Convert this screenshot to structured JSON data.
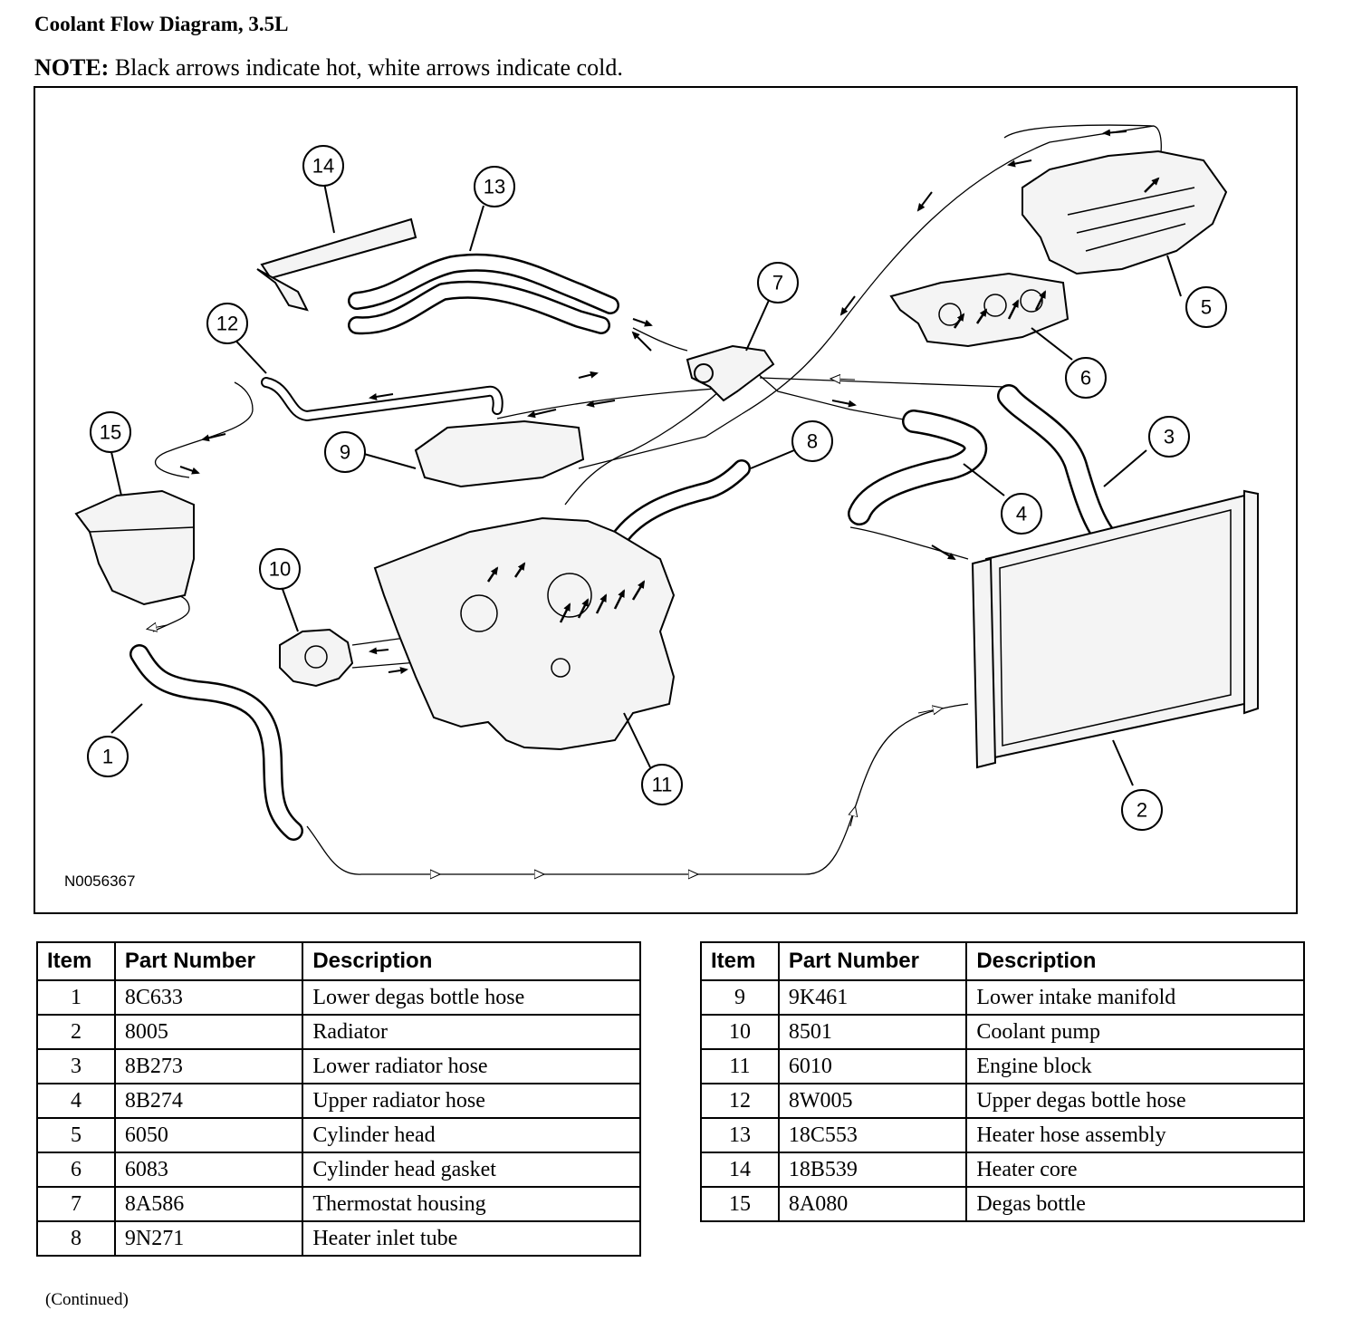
{
  "title": "Coolant Flow Diagram, 3.5L",
  "note": {
    "label": "NOTE:",
    "text": "Black arrows indicate hot, white arrows indicate cold."
  },
  "figure_id": "N0056367",
  "callouts": [
    "1",
    "2",
    "3",
    "4",
    "5",
    "6",
    "7",
    "8",
    "9",
    "10",
    "11",
    "12",
    "13",
    "14",
    "15"
  ],
  "table_headers": [
    "Item",
    "Part Number",
    "Description"
  ],
  "parts_left": [
    {
      "item": "1",
      "part": "8C633",
      "desc": "Lower degas bottle hose"
    },
    {
      "item": "2",
      "part": "8005",
      "desc": "Radiator"
    },
    {
      "item": "3",
      "part": "8B273",
      "desc": "Lower radiator hose"
    },
    {
      "item": "4",
      "part": "8B274",
      "desc": "Upper radiator hose"
    },
    {
      "item": "5",
      "part": "6050",
      "desc": "Cylinder head"
    },
    {
      "item": "6",
      "part": "6083",
      "desc": "Cylinder head gasket"
    },
    {
      "item": "7",
      "part": "8A586",
      "desc": "Thermostat housing"
    },
    {
      "item": "8",
      "part": "9N271",
      "desc": "Heater inlet tube"
    }
  ],
  "parts_right": [
    {
      "item": "9",
      "part": "9K461",
      "desc": "Lower intake manifold"
    },
    {
      "item": "10",
      "part": "8501",
      "desc": "Coolant pump"
    },
    {
      "item": "11",
      "part": "6010",
      "desc": "Engine block"
    },
    {
      "item": "12",
      "part": "8W005",
      "desc": "Upper degas bottle hose"
    },
    {
      "item": "13",
      "part": "18C553",
      "desc": "Heater hose assembly"
    },
    {
      "item": "14",
      "part": "18B539",
      "desc": "Heater core"
    },
    {
      "item": "15",
      "part": "8A080",
      "desc": "Degas bottle"
    }
  ],
  "continued": "(Continued)"
}
